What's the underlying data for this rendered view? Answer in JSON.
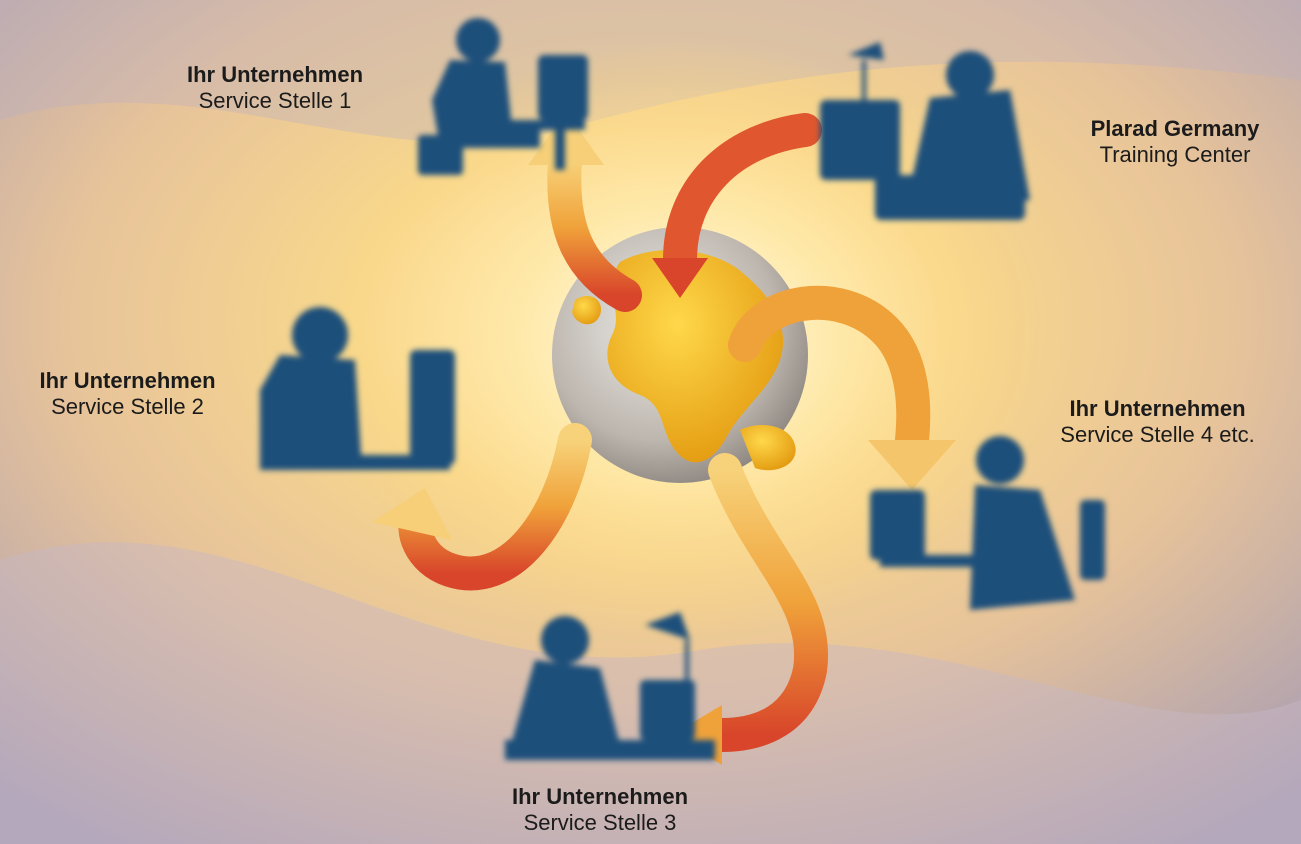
{
  "nodes": [
    {
      "id": "service-stelle-1",
      "org": "Ihr Unternehmen",
      "unit": "Service Stelle 1"
    },
    {
      "id": "training-center",
      "org": "Plarad Germany",
      "unit": "Training Center"
    },
    {
      "id": "service-stelle-2",
      "org": "Ihr Unternehmen",
      "unit": "Service Stelle 2"
    },
    {
      "id": "service-stelle-4",
      "org": "Ihr Unternehmen",
      "unit": "Service Stelle 4 etc."
    },
    {
      "id": "service-stelle-3",
      "org": "Ihr Unternehmen",
      "unit": "Service Stelle 3"
    }
  ],
  "colors": {
    "silhouette": "#1f4f7a",
    "arrow_red": "#d8452a",
    "arrow_orange": "#f0a23a",
    "arrow_light": "#f7d27a",
    "globe_land": "#f4b51c",
    "globe_sea": "#c9c4be",
    "background_center": "#fff6d8",
    "background_edge": "#a59bb4"
  },
  "icons": [
    "person-at-computer-icon",
    "globe-icon",
    "curved-arrow-icon"
  ]
}
